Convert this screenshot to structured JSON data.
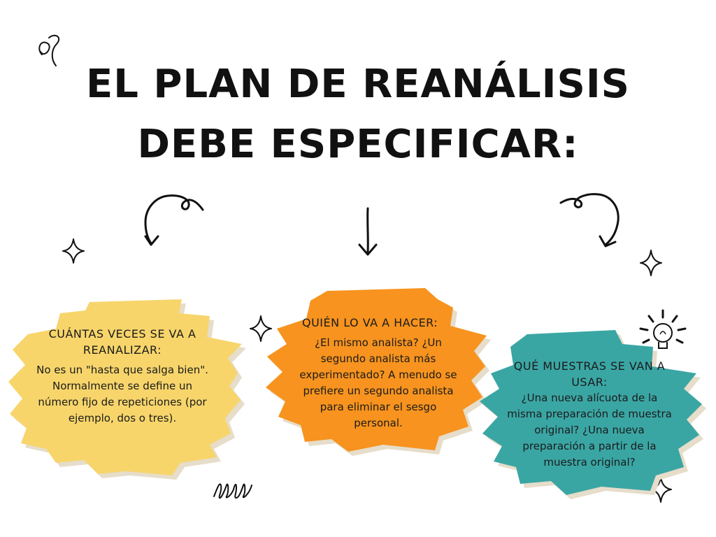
{
  "title": "EL PLAN DE REANÁLISIS DEBE ESPECIFICAR:",
  "colors": {
    "yellow": "#f7d56b",
    "orange": "#f7931e",
    "teal": "#3aa6a4",
    "shadow": "#e6ddca",
    "ink": "#111111"
  },
  "cards": [
    {
      "heading": "CUÁNTAS VECES SE VA A REANALIZAR:",
      "body": "No es un \"hasta que salga bien\". Normalmente se define un número fijo de repeticiones (por ejemplo, dos o tres)."
    },
    {
      "heading": "QUIÉN LO VA A HACER:",
      "body": "¿El mismo analista? ¿Un segundo analista más experimentado? A menudo se prefiere un segundo analista para eliminar el sesgo personal."
    },
    {
      "heading": "QUÉ MUESTRAS SE VAN A USAR:",
      "body": "¿Una nueva alícuota de la misma preparación de muestra original? ¿Una nueva preparación a partir de la muestra original?"
    }
  ],
  "icons": [
    "curly-arrow-left-icon",
    "down-arrow-icon",
    "curly-arrow-right-icon",
    "sparkle-icon",
    "lightbulb-icon",
    "squiggle-icon",
    "loops-doodle-icon"
  ]
}
